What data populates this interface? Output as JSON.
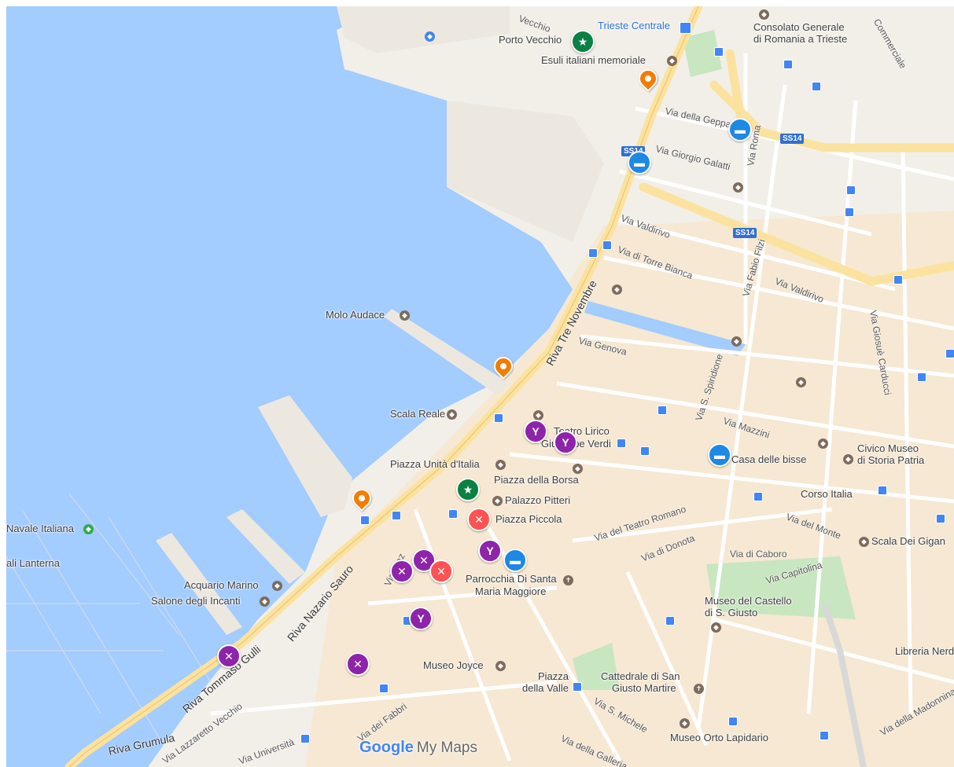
{
  "map": {
    "labels": {
      "trieste_centrale": "Trieste Centrale",
      "porto_vecchio": "Porto Vecchio",
      "esuli": "Esuli italiani memoriale",
      "consolato": "Consolato Generale",
      "consolato2": "di Romania a Trieste",
      "molo_audace": "Molo Audace",
      "scala_reale": "Scala Reale",
      "teatro1": "Teatro Lirico",
      "teatro2": "Giuseppe Verdi",
      "piazza_unita": "Piazza Unità d'Italia",
      "piazza_borsa": "Piazza della Borsa",
      "palazzo_pitteri": "Palazzo Pitteri",
      "piazza_piccola": "Piazza Piccola",
      "parrocchia1": "Parrocchia Di Santa",
      "parrocchia2": "Maria Maggiore",
      "acquario": "Acquario Marino",
      "salone": "Salone degli Incanti",
      "navale": "Navale Italiana",
      "lanterna": "ali Lanterna",
      "museo_castello1": "Museo del Castello",
      "museo_castello2": "di S. Giusto",
      "museo_joyce": "Museo Joyce",
      "piazza_valle1": "Piazza",
      "piazza_valle2": "della Valle",
      "cattedrale1": "Cattedrale di San",
      "cattedrale2": "Giusto Martire",
      "museo_orto": "Museo Orto Lapidario",
      "casa_bisse": "Casa delle bisse",
      "civico1": "Civico Museo",
      "civico2": "di Storia Patria",
      "corso_italia": "Corso Italia",
      "scala_giganti": "Scala Dei Gigan",
      "libreria": "Libreria Nerd"
    },
    "streets": {
      "riva_tre_novembre": "Riva Tre Novembre",
      "riva_nazario_sauro": "Riva Nazario Sauro",
      "riva_tommaso_gulli": "Riva Tommaso Gulli",
      "riva_grumula": "Riva Grumula",
      "via_geppa": "Via della Geppa",
      "via_galatti": "Via Giorgio Galatti",
      "via_roma": "Via Roma",
      "via_valdirivo": "Via Valdirivo",
      "via_valdirivo2": "Via Valdirivo",
      "via_torre_bianca": "Via di Torre Bianca",
      "via_fabio_filzi": "Via Fabio Filzi",
      "via_genova": "Via Genova",
      "via_spiridione": "Via S. Spiridione",
      "via_mazzini": "Via Mazzini",
      "via_carducci": "Via Giosuè Carducci",
      "via_teatro_romano": "Via del Teatro Romano",
      "via_monte": "Via del Monte",
      "via_donota": "Via di Donota",
      "via_caboro": "Via di Caboro",
      "via_capitolina": "Via Capitolina",
      "via_diaz": "Via Diaz",
      "via_fabbri": "Via dei Fabbri",
      "via_s_michele": "Via S. Michele",
      "via_galleria": "Via della Galleria",
      "via_madonnina": "Via della Madonnina",
      "via_lazzaretto": "Via Lazzaretto Vecchio",
      "via_universita": "Via Università",
      "vecchio": "Vecchio",
      "commerciale": "Commerciale"
    },
    "shields": {
      "ss14_a": "SS14",
      "ss14_b": "SS14",
      "ss14_c": "SS14"
    },
    "branding": {
      "logo": "Google",
      "product": "My Maps"
    },
    "colors": {
      "water": "#a3ccff",
      "land": "#f2efe9",
      "road_major": "#fbe29e",
      "pin_purple": "#8e24aa",
      "pin_blue": "#1e88e5",
      "pin_green": "#0b8043",
      "pin_red": "#ff5252",
      "pin_orange": "#f57c00",
      "park": "#c8e6c0"
    }
  }
}
